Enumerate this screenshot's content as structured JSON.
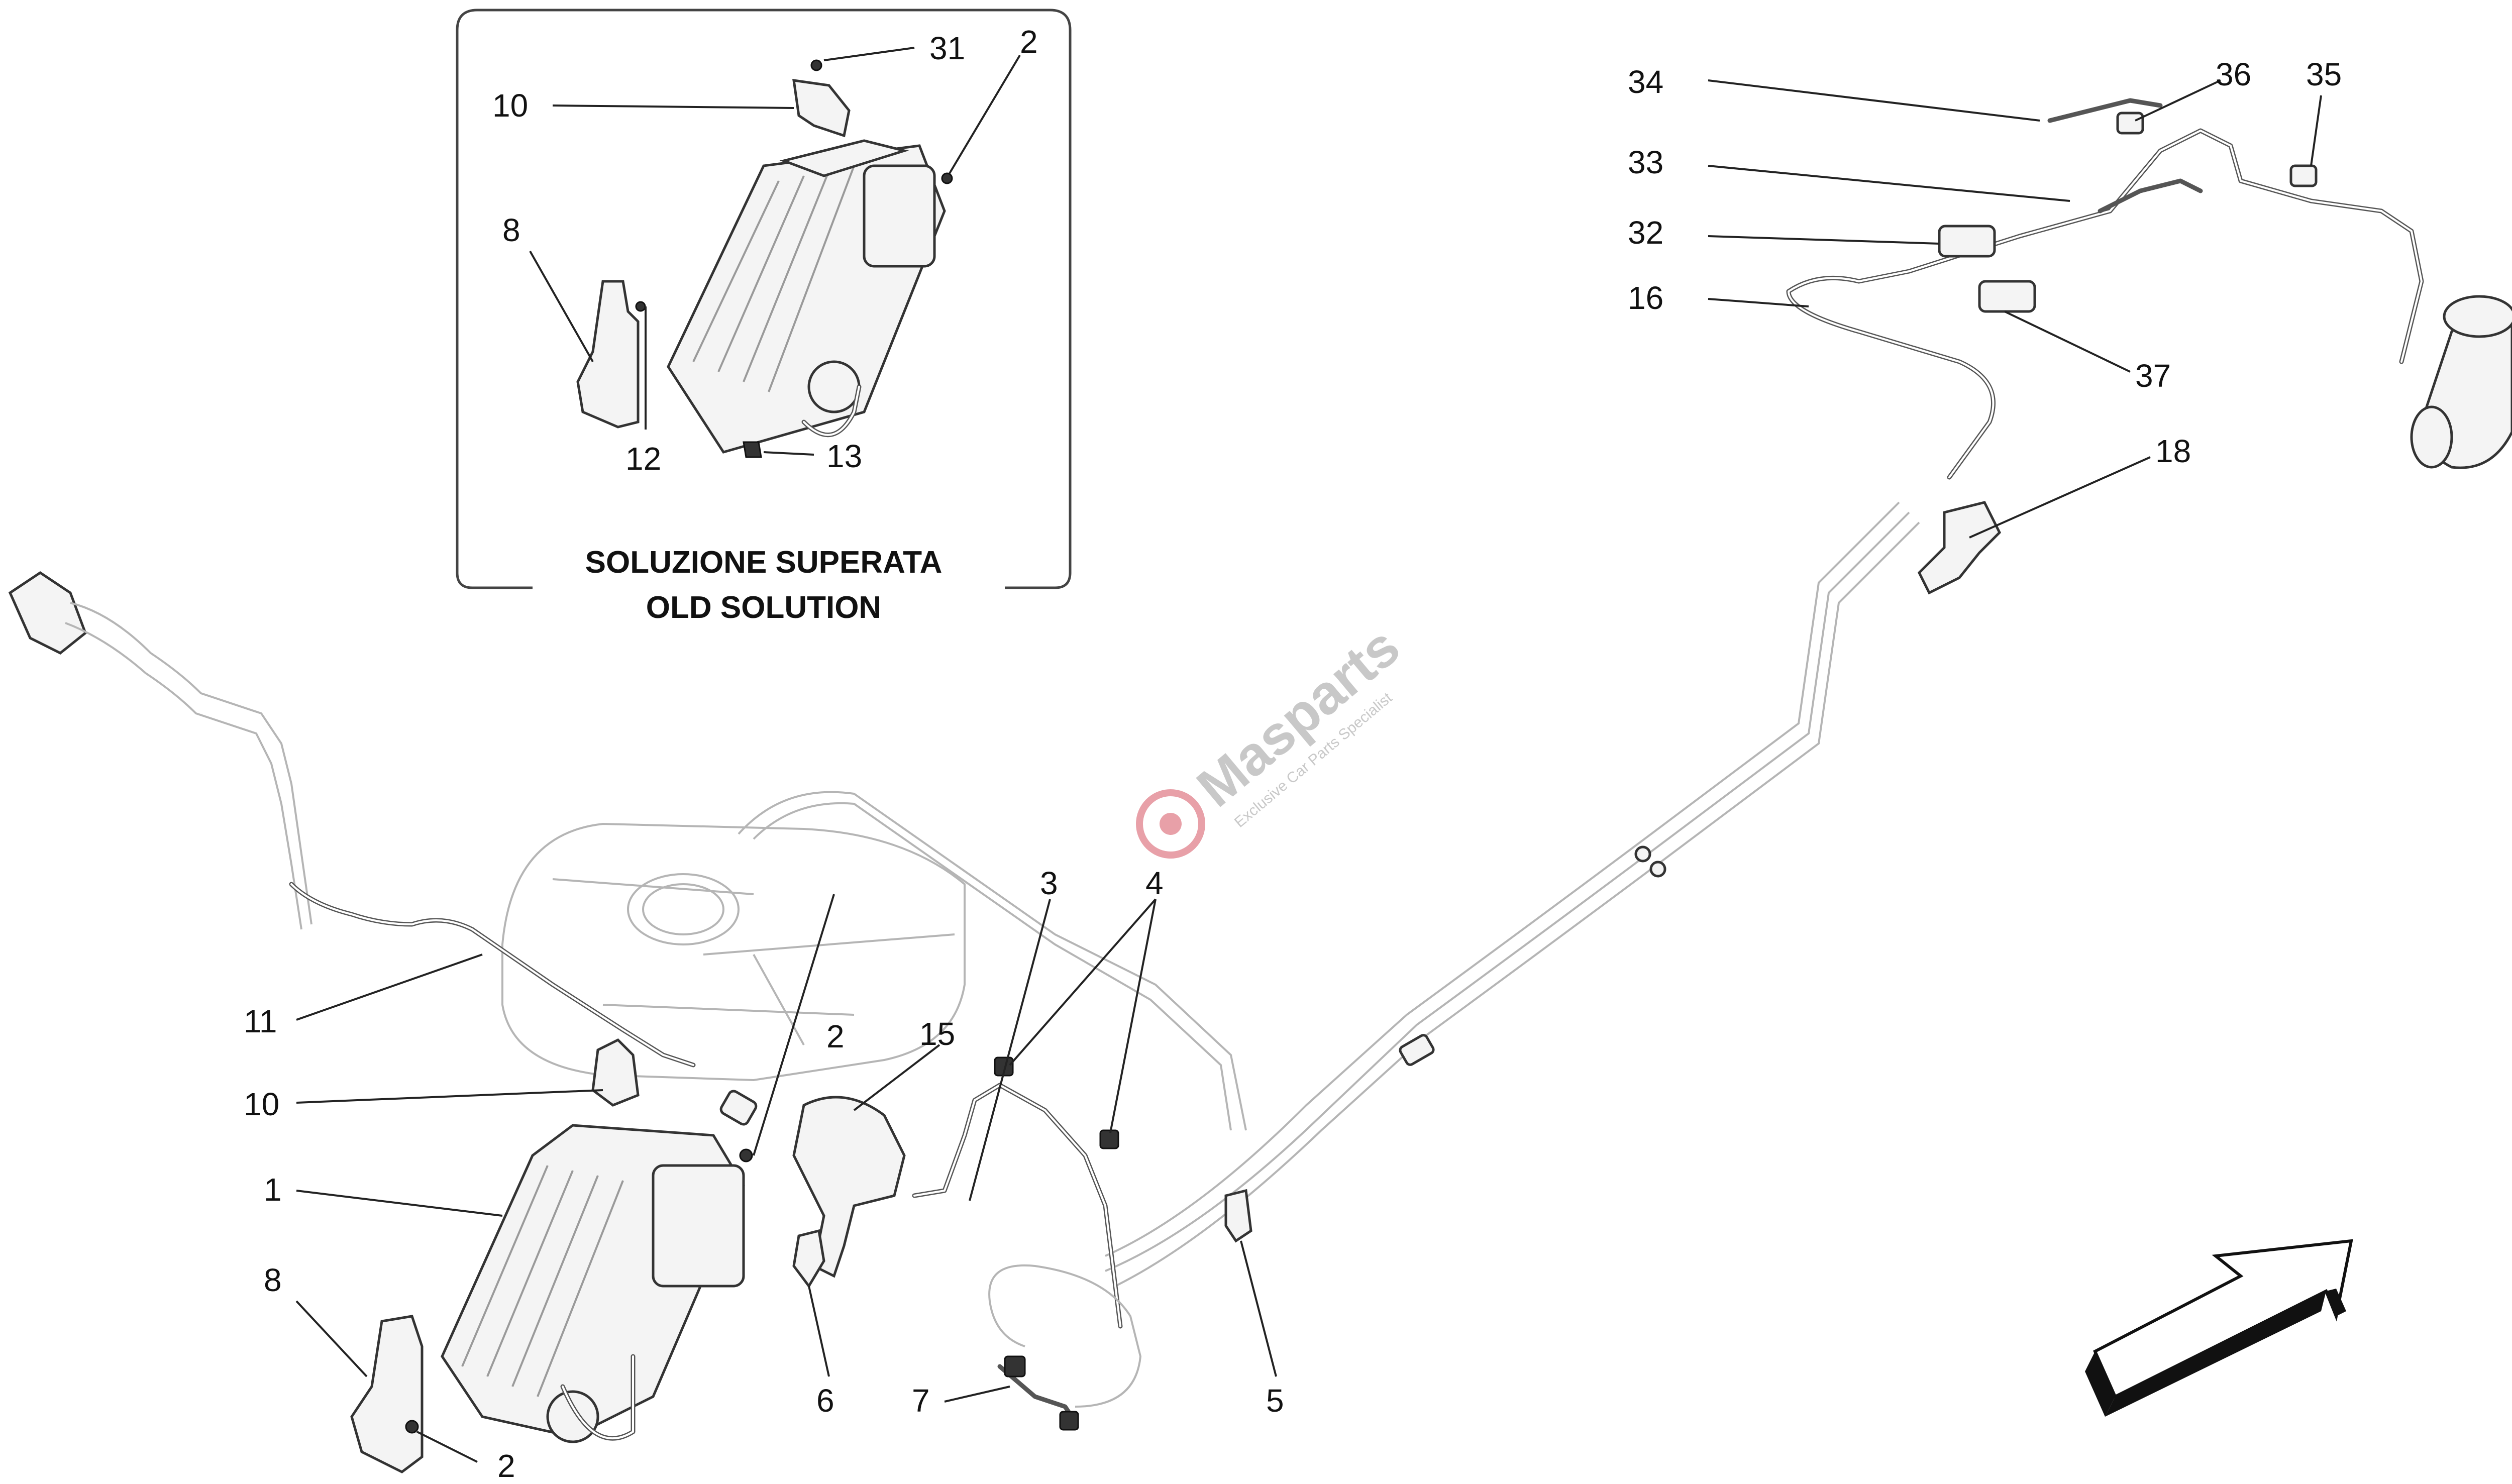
{
  "inset": {
    "caption_it": "SOLUZIONE SUPERATA",
    "caption_en": "OLD SOLUTION",
    "callouts": {
      "c31": "31",
      "c2": "2",
      "c10": "10",
      "c8": "8",
      "c12": "12",
      "c13": "13"
    }
  },
  "main": {
    "callouts": {
      "c34": "34",
      "c36": "36",
      "c35": "35",
      "c33": "33",
      "c32": "32",
      "c16": "16",
      "c37": "37",
      "c18": "18",
      "c3": "3",
      "c4": "4",
      "c11": "11",
      "c2a": "2",
      "c15": "15",
      "c10": "10",
      "c1": "1",
      "c8": "8",
      "c6": "6",
      "c7": "7",
      "c5": "5",
      "c2b": "2"
    }
  },
  "watermark": {
    "brand": "Masparts",
    "tagline": "Exclusive Car Parts Specialist",
    "accent_color": "#e8a0a8"
  },
  "direction_arrow": {
    "icon": "forward-arrow-icon"
  }
}
